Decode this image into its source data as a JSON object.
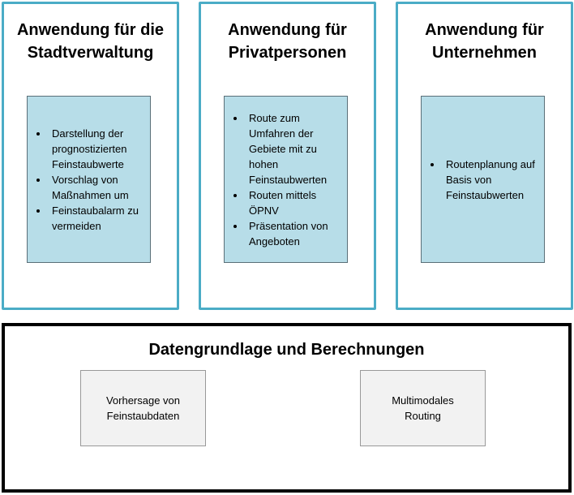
{
  "panels": [
    {
      "title_lines": [
        "Anwendung für die",
        "Stadtverwaltung"
      ],
      "items": [
        "Darstellung der prognostizierten Feinstaubwerte",
        "Vorschlag von Maßnahmen um",
        "Feinstaubalarm zu vermeiden"
      ]
    },
    {
      "title_lines": [
        "Anwendung für",
        "Privatpersonen"
      ],
      "items": [
        "Route zum Umfahren der Gebiete mit zu hohen Feinstaubwerten",
        "Routen mittels ÖPNV",
        "Präsentation von Angeboten"
      ]
    },
    {
      "title_lines": [
        "Anwendung für",
        "Unternehmen"
      ],
      "items": [
        "Routenplanung auf Basis von Feinstaubwerten"
      ]
    }
  ],
  "bottom": {
    "title": "Datengrundlage und Berechnungen",
    "boxes": [
      {
        "lines": [
          "Vorhersage von",
          "Feinstaubdaten"
        ]
      },
      {
        "lines": [
          "Multimodales",
          "Routing"
        ]
      }
    ]
  },
  "colors": {
    "panel_border": "#4bacc6",
    "inner_fill": "#b7dde8",
    "gray_fill": "#f2f2f2"
  }
}
